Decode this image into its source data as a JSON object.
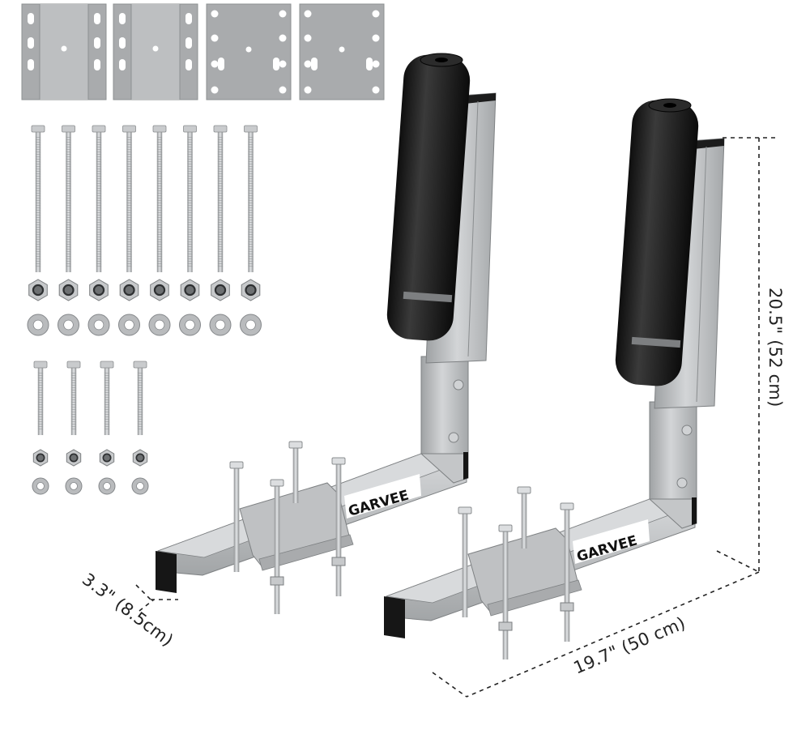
{
  "product": {
    "brand_label": "GARVEE",
    "colors": {
      "steel": "#b5b7b9",
      "steel_dark": "#8e9193",
      "steel_light": "#d6d8da",
      "roller": "#1b1b1b",
      "plate": "#a9abad"
    }
  },
  "hardware": {
    "plates": 4,
    "long_bolts": 8,
    "short_bolts": 4,
    "large_nuts": 8,
    "large_washers": 8,
    "small_nuts": 4,
    "small_washers": 4
  },
  "dimensions": {
    "height_label": "20.5\" (52 cm)",
    "length_label": "19.7\" (50 cm)",
    "width_label": "3.3\" (8.5cm)"
  }
}
